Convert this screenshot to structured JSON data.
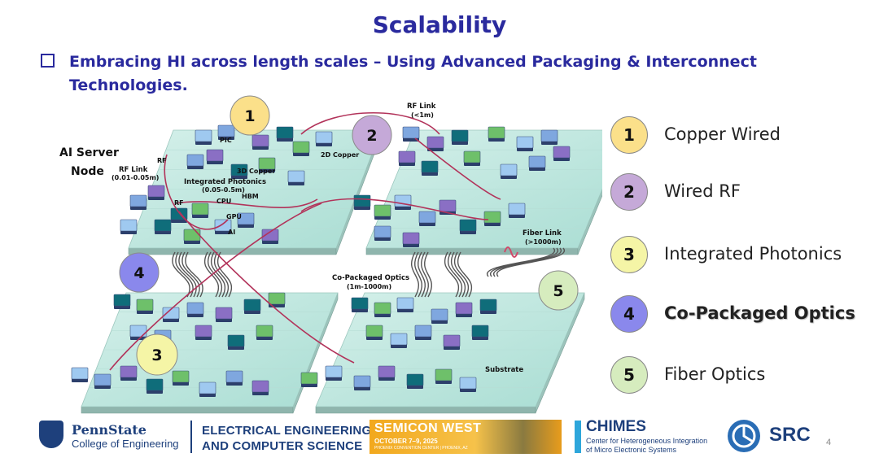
{
  "slide": {
    "title": "Scalability",
    "bullet": "Embracing HI across length scales – Using Advanced Packaging & Interconnect Technologies.",
    "page_number": "4"
  },
  "diagram": {
    "node_label_line1": "AI Server",
    "node_label_line2": "Node",
    "labels": {
      "pic": "PIC",
      "rf_a": "RF",
      "rf_b": "RF",
      "copper_3d": "3D Copper",
      "copper_2d": "2D Copper",
      "rf_link_node": "RF Link",
      "rf_link_node_range": "(0.01-0.05m)",
      "integrated_photonics": "Integrated Photonics",
      "integrated_photonics_range": "(0.05-0.5m)",
      "cpu": "CPU",
      "hbm": "HBM",
      "gpu": "GPU",
      "ai": "AI",
      "rf_link_top": "RF Link",
      "rf_link_top_range": "(<1m)",
      "fiber_link": "Fiber Link",
      "fiber_link_range": "(>1000m)",
      "co_packaged_optics": "Co-Packaged Optics",
      "co_packaged_optics_range": "(1m-1000m)",
      "substrate": "Substrate"
    },
    "markers": [
      {
        "num": "1",
        "color": "#fbe08a"
      },
      {
        "num": "2",
        "color": "#c5a9d8"
      },
      {
        "num": "3",
        "color": "#f5f5a6"
      },
      {
        "num": "4",
        "color": "#8a88ec"
      },
      {
        "num": "5",
        "color": "#d6ecbe"
      }
    ]
  },
  "legend": [
    {
      "num": "1",
      "label": "Copper Wired",
      "color": "#fbe08a",
      "bold": false
    },
    {
      "num": "2",
      "label": "Wired RF",
      "color": "#c5a9d8",
      "bold": false
    },
    {
      "num": "3",
      "label": "Integrated Photonics",
      "color": "#f5f5a6",
      "bold": false
    },
    {
      "num": "4",
      "label": "Co-Packaged Optics",
      "color": "#8a88ec",
      "bold": true
    },
    {
      "num": "5",
      "label": "Fiber Optics",
      "color": "#d6ecbe",
      "bold": false
    }
  ],
  "footer": {
    "pennstate_name": "PennState",
    "pennstate_college": "College of Engineering",
    "eecs_line1": "ELECTRICAL ENGINEERING",
    "eecs_line2": "AND COMPUTER SCIENCE",
    "semicon_name": "SEMICON WEST",
    "semicon_date": "OCTOBER 7–9, 2025",
    "semicon_place": "PHOENIX CONVENTION CENTER | PHOENIX, AZ",
    "chimes_name": "CHIMES",
    "chimes_sub1": "Center for Heterogeneous Integration",
    "chimes_sub2": "of Micro Electronic Systems",
    "src_name": "SRC"
  }
}
